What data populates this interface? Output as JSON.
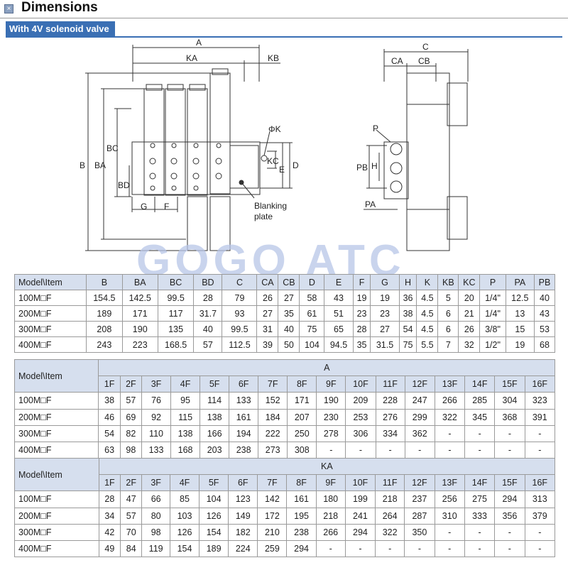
{
  "header": {
    "title": "Dimensions",
    "icon": "close-box-icon"
  },
  "subheader": {
    "label": "With 4V solenoid valve"
  },
  "watermark": "GOGO ATC",
  "drawing_labels": {
    "A": "A",
    "KA": "KA",
    "KB": "KB",
    "B": "B",
    "BA": "BA",
    "BC": "BC",
    "BD": "BD",
    "G": "G",
    "F": "F",
    "phiK": "ΦK",
    "KC": "KC",
    "E": "E",
    "D": "D",
    "blanking1": "Blanking",
    "blanking2": "plate",
    "C": "C",
    "CA": "CA",
    "CB": "CB",
    "P": "P",
    "PB": "PB",
    "H": "H",
    "PA": "PA"
  },
  "table1": {
    "headers": [
      "Model\\Item",
      "B",
      "BA",
      "BC",
      "BD",
      "C",
      "CA",
      "CB",
      "D",
      "E",
      "F",
      "G",
      "H",
      "K",
      "KB",
      "KC",
      "P",
      "PA",
      "PB"
    ],
    "rows": [
      [
        "100M□F",
        "154.5",
        "142.5",
        "99.5",
        "28",
        "79",
        "26",
        "27",
        "58",
        "43",
        "19",
        "19",
        "36",
        "4.5",
        "5",
        "20",
        "1/4\"",
        "12.5",
        "40"
      ],
      [
        "200M□F",
        "189",
        "171",
        "117",
        "31.7",
        "93",
        "27",
        "35",
        "61",
        "51",
        "23",
        "23",
        "38",
        "4.5",
        "6",
        "21",
        "1/4\"",
        "13",
        "43"
      ],
      [
        "300M□F",
        "208",
        "190",
        "135",
        "40",
        "99.5",
        "31",
        "40",
        "75",
        "65",
        "28",
        "27",
        "54",
        "4.5",
        "6",
        "26",
        "3/8\"",
        "15",
        "53"
      ],
      [
        "400M□F",
        "243",
        "223",
        "168.5",
        "57",
        "112.5",
        "39",
        "50",
        "104",
        "94.5",
        "35",
        "31.5",
        "75",
        "5.5",
        "7",
        "32",
        "1/2\"",
        "19",
        "68"
      ]
    ]
  },
  "table2": {
    "model_header": "Model\\Item",
    "group": "A",
    "cols": [
      "1F",
      "2F",
      "3F",
      "4F",
      "5F",
      "6F",
      "7F",
      "8F",
      "9F",
      "10F",
      "11F",
      "12F",
      "13F",
      "14F",
      "15F",
      "16F"
    ],
    "rows": [
      [
        "100M□F",
        "38",
        "57",
        "76",
        "95",
        "114",
        "133",
        "152",
        "171",
        "190",
        "209",
        "228",
        "247",
        "266",
        "285",
        "304",
        "323"
      ],
      [
        "200M□F",
        "46",
        "69",
        "92",
        "115",
        "138",
        "161",
        "184",
        "207",
        "230",
        "253",
        "276",
        "299",
        "322",
        "345",
        "368",
        "391"
      ],
      [
        "300M□F",
        "54",
        "82",
        "110",
        "138",
        "166",
        "194",
        "222",
        "250",
        "278",
        "306",
        "334",
        "362",
        "-",
        "-",
        "-",
        "-"
      ],
      [
        "400M□F",
        "63",
        "98",
        "133",
        "168",
        "203",
        "238",
        "273",
        "308",
        "-",
        "-",
        "-",
        "-",
        "-",
        "-",
        "-",
        "-"
      ]
    ]
  },
  "table3": {
    "model_header": "Model\\Item",
    "group": "KA",
    "cols": [
      "1F",
      "2F",
      "3F",
      "4F",
      "5F",
      "6F",
      "7F",
      "8F",
      "9F",
      "10F",
      "11F",
      "12F",
      "13F",
      "14F",
      "15F",
      "16F"
    ],
    "rows": [
      [
        "100M□F",
        "28",
        "47",
        "66",
        "85",
        "104",
        "123",
        "142",
        "161",
        "180",
        "199",
        "218",
        "237",
        "256",
        "275",
        "294",
        "313"
      ],
      [
        "200M□F",
        "34",
        "57",
        "80",
        "103",
        "126",
        "149",
        "172",
        "195",
        "218",
        "241",
        "264",
        "287",
        "310",
        "333",
        "356",
        "379"
      ],
      [
        "300M□F",
        "42",
        "70",
        "98",
        "126",
        "154",
        "182",
        "210",
        "238",
        "266",
        "294",
        "322",
        "350",
        "-",
        "-",
        "-",
        "-"
      ],
      [
        "400M□F",
        "49",
        "84",
        "119",
        "154",
        "189",
        "224",
        "259",
        "294",
        "-",
        "-",
        "-",
        "-",
        "-",
        "-",
        "-",
        "-"
      ]
    ]
  }
}
